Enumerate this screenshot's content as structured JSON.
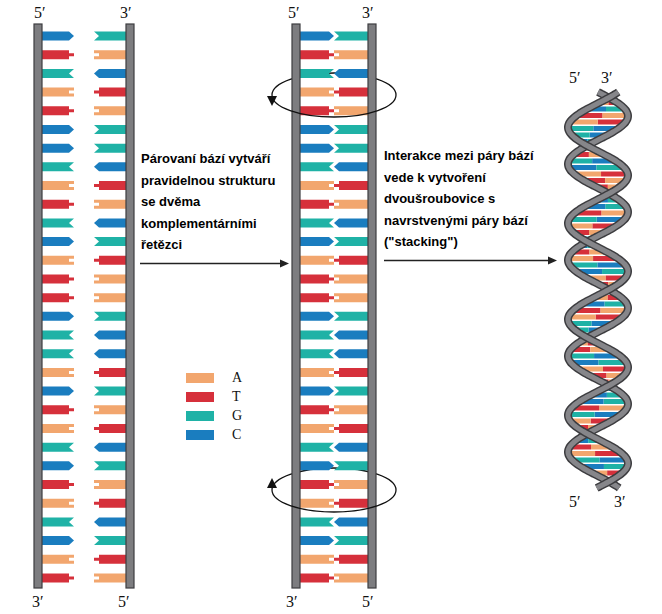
{
  "diagram": {
    "labels": [
      "5′",
      "3′",
      "Párovaní bází vytváří pravidelnou strukturu se dvěma komplementárními řetězci",
      "5′",
      "3′",
      "Interakce mezi páry bází vede k vytvoření dvoušroubovice s navrstvenými páry bází (\"stacking\")",
      "5′",
      "3′",
      "3′",
      "5′",
      "3′",
      "5′",
      "5′",
      "3′"
    ],
    "legend": [
      {
        "text": "A",
        "color": "#f2a66e"
      },
      {
        "text": "T",
        "color": "#d6303b"
      },
      {
        "text": "G",
        "color": "#1fb2a6"
      },
      {
        "text": "C",
        "color": "#1a7dbf"
      }
    ]
  }
}
